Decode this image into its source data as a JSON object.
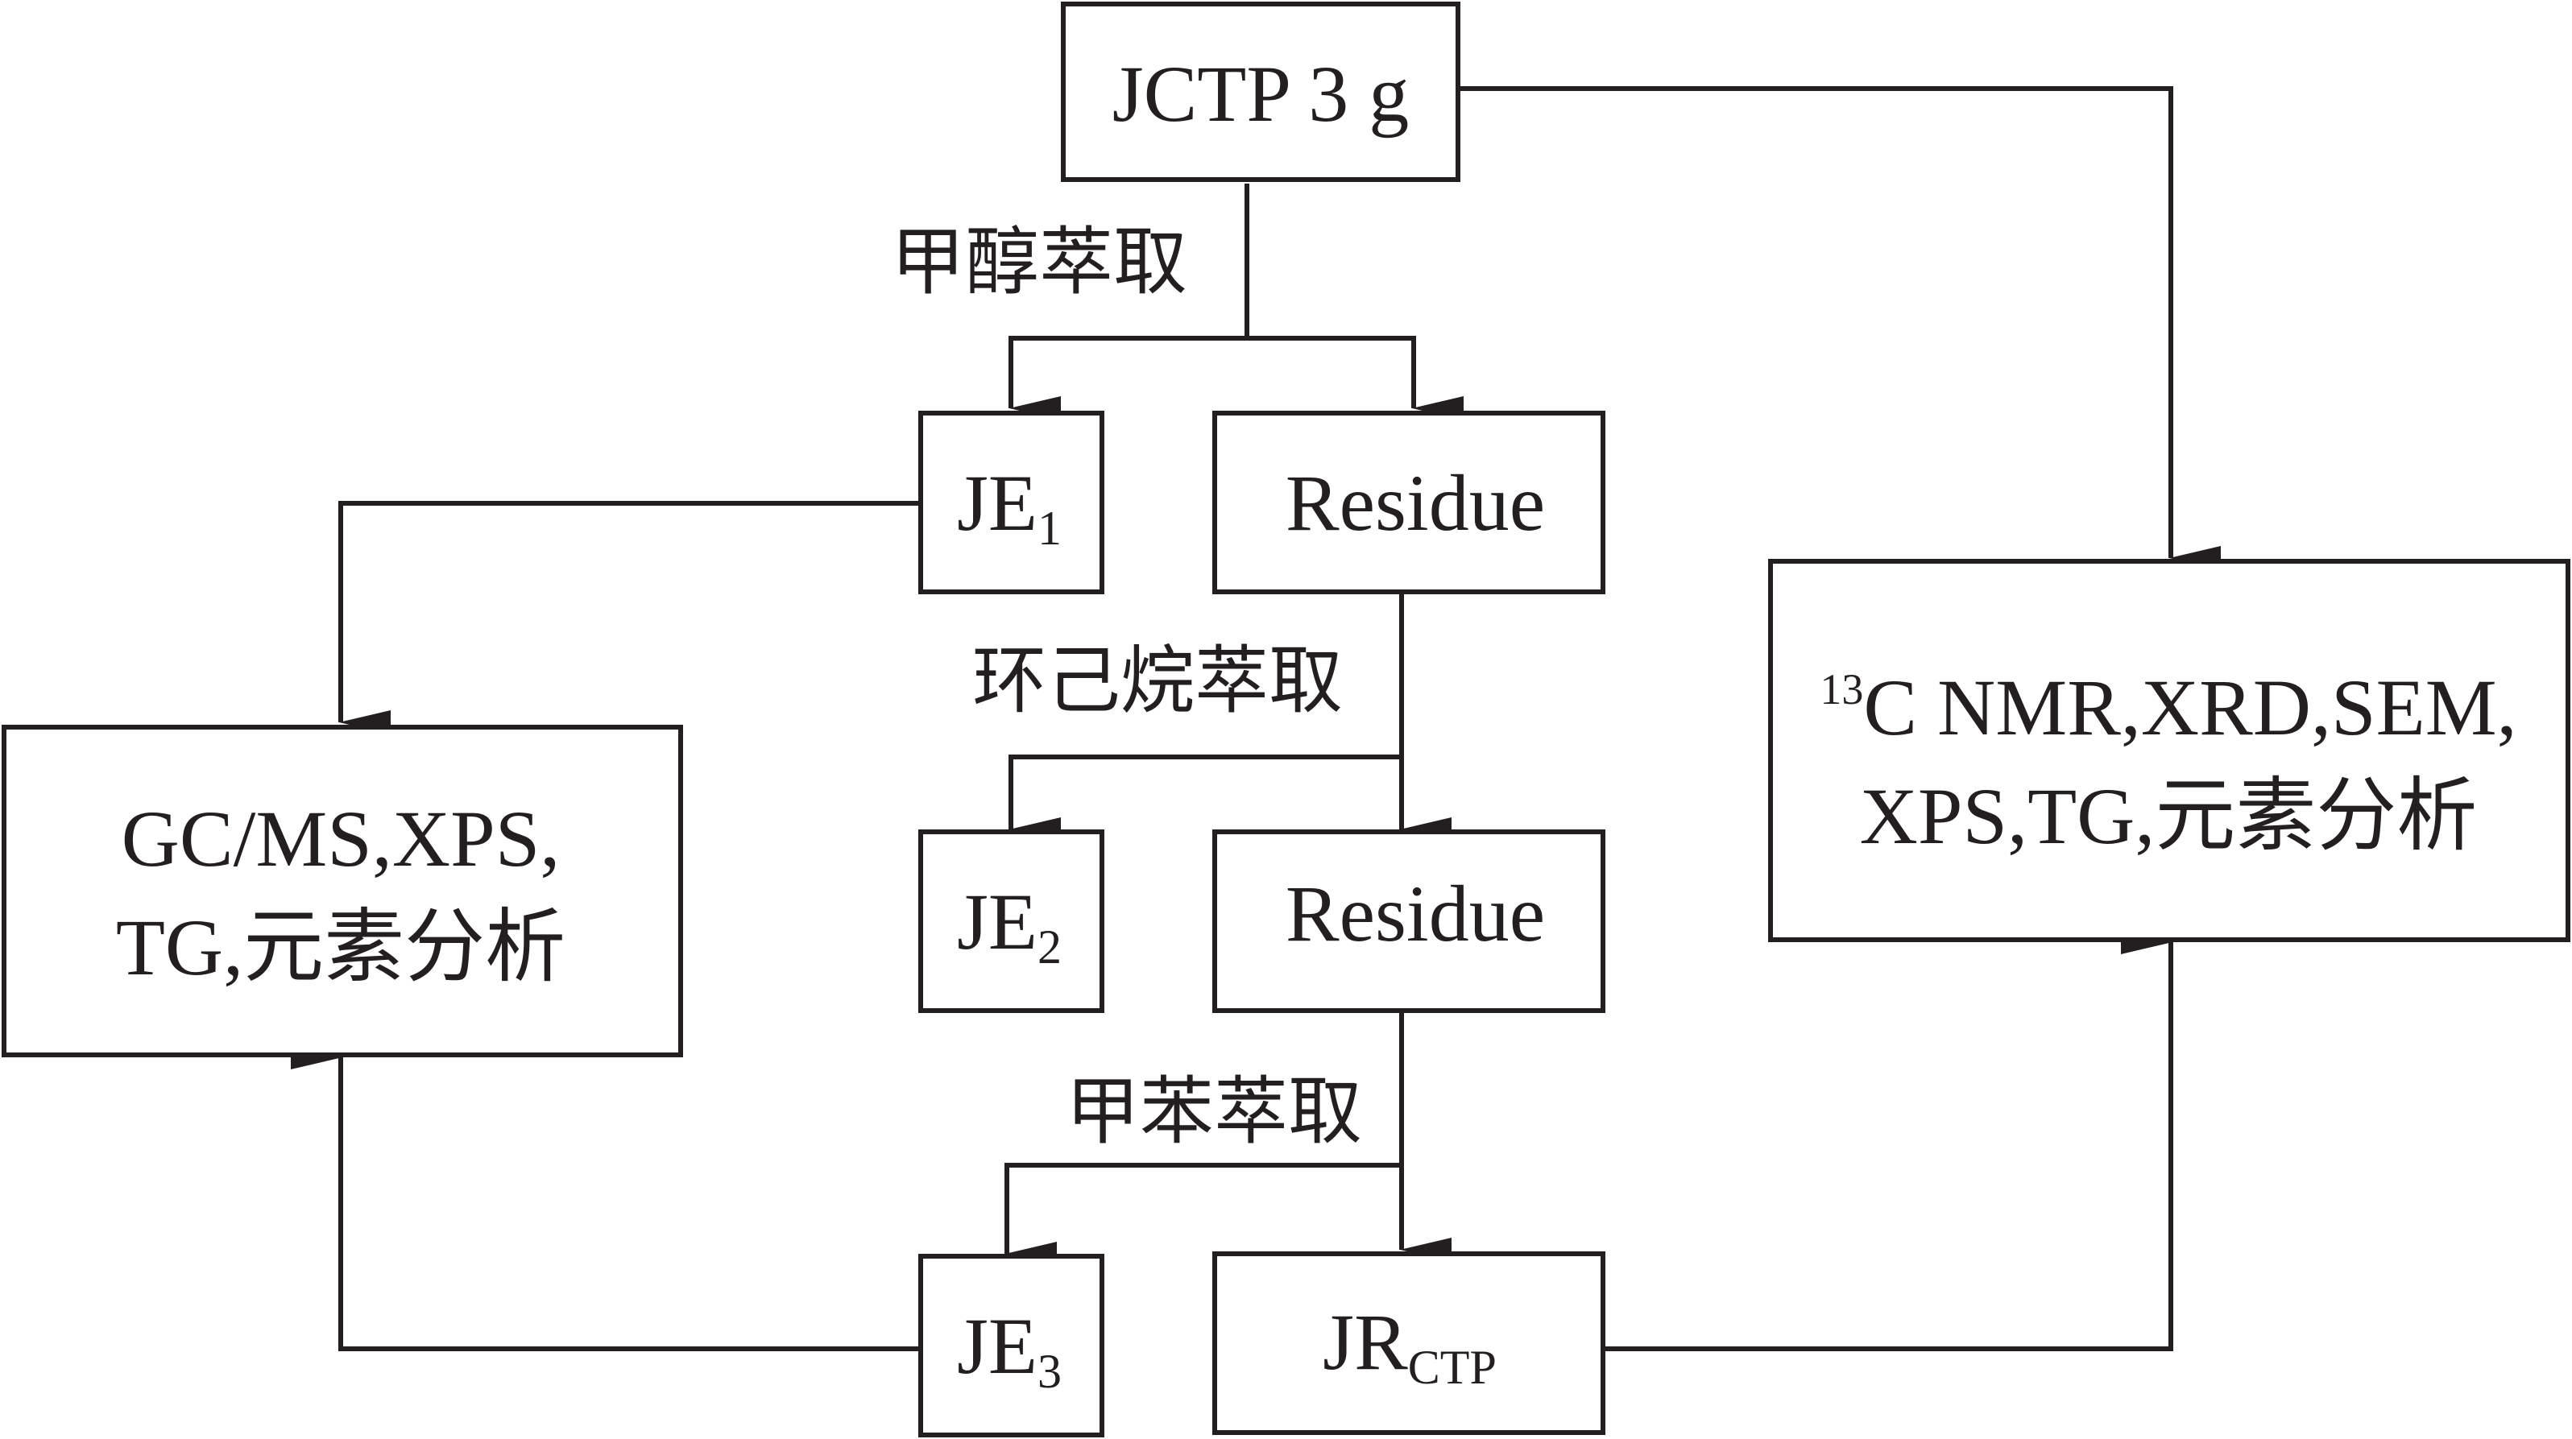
{
  "nodes": {
    "source": {
      "label": "JCTP 3 g"
    },
    "je1": {
      "base": "JE",
      "sub": "1"
    },
    "residue1": {
      "label": "Residue"
    },
    "je2": {
      "base": "JE",
      "sub": "2"
    },
    "residue2": {
      "label": "Residue"
    },
    "je3": {
      "base": "JE",
      "sub": "3"
    },
    "jrctp": {
      "base": "JR",
      "sub": "CTP"
    },
    "analysis_left": {
      "line1": "GC/MS,XPS,",
      "line2": "TG,元素分析"
    },
    "analysis_right": {
      "sup": "13",
      "line1_rest": "C NMR,XRD,SEM,",
      "line2": "XPS,TG,元素分析"
    }
  },
  "edge_labels": {
    "methanol": "甲醇萃取",
    "cyclohexane": "环己烷萃取",
    "toluene": "甲苯萃取"
  },
  "colors": {
    "ink": "#231f20",
    "background": "#ffffff"
  }
}
